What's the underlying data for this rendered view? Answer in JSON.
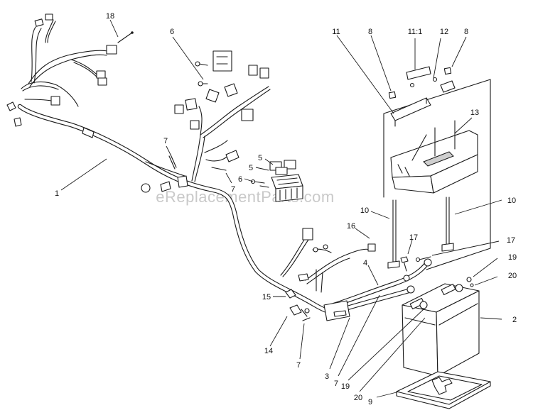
{
  "watermark": "eReplacementParts.com",
  "callouts": [
    {
      "text": "18"
    },
    {
      "text": "6"
    },
    {
      "text": "11"
    },
    {
      "text": "8"
    },
    {
      "text": "11:1"
    },
    {
      "text": "12"
    },
    {
      "text": "8"
    },
    {
      "text": "13"
    },
    {
      "text": "7"
    },
    {
      "text": "5"
    },
    {
      "text": "5"
    },
    {
      "text": "6"
    },
    {
      "text": "7"
    },
    {
      "text": "1"
    },
    {
      "text": "10"
    },
    {
      "text": "10"
    },
    {
      "text": "16"
    },
    {
      "text": "17"
    },
    {
      "text": "17"
    },
    {
      "text": "19"
    },
    {
      "text": "4"
    },
    {
      "text": "20"
    },
    {
      "text": "15"
    },
    {
      "text": "2"
    },
    {
      "text": "14"
    },
    {
      "text": "7"
    },
    {
      "text": "3"
    },
    {
      "text": "7"
    },
    {
      "text": "19"
    },
    {
      "text": "20"
    },
    {
      "text": "9"
    }
  ]
}
